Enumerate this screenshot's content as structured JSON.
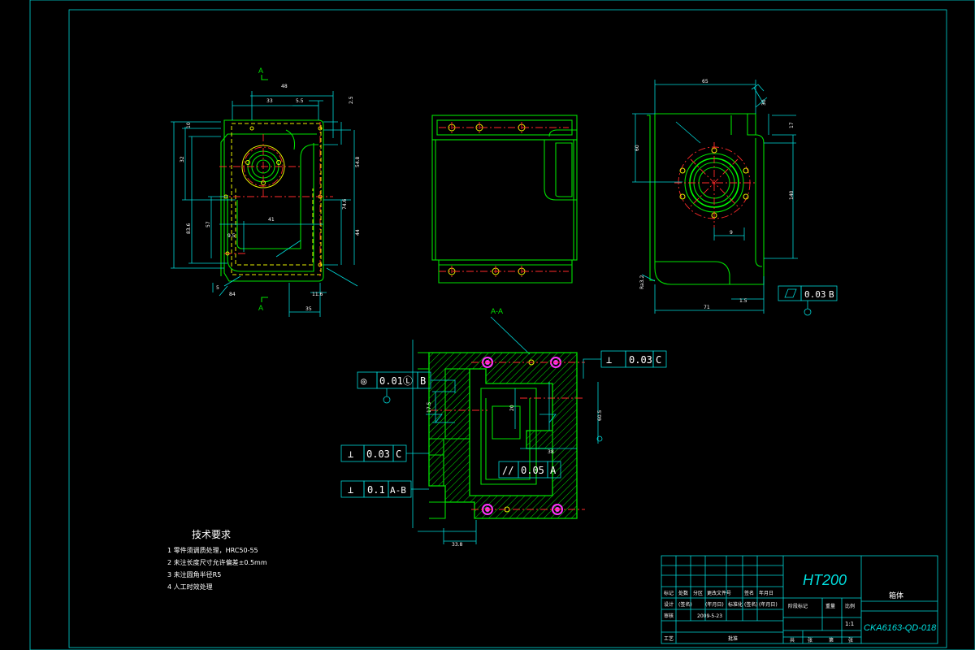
{
  "drawing": {
    "section_label": "A-A",
    "cut_marker_top": "A",
    "cut_marker_bottom": "A",
    "title_block": {
      "material": "HT200",
      "part_name": "箱体",
      "drawing_number": "CKA6163-QD-018",
      "scale": "1:1",
      "date": "2009-5-23",
      "row_labels": [
        "标记",
        "处数",
        "分区",
        "更改文件号",
        "签名",
        "年月日"
      ],
      "row_labels_2": [
        "设计",
        "(签名)",
        "(年月日)",
        "标准化",
        "(签名)",
        "(年月日)"
      ],
      "row_labels_3": [
        "审核",
        "工艺",
        "批准"
      ],
      "stage_label": "阶段标记",
      "weight_label": "重量",
      "scale_label": "比例",
      "sheet_labels": [
        "共",
        "张",
        "第",
        "张"
      ]
    },
    "tech_requirements": {
      "title": "技术要求",
      "items": [
        "1 零件须调质处理，HRC50-55",
        "2 未注长度尺寸允许偏差±0.5mm",
        "3 未注圆角半径R5",
        "4 人工时效处理"
      ]
    },
    "tolerances": [
      {
        "symbol": "⊥",
        "value": "0.03",
        "datum": "C"
      },
      {
        "symbol": "◎",
        "value": "0.01Ⓛ",
        "datum": "B"
      },
      {
        "symbol": "⊥",
        "value": "0.03",
        "datum": "C"
      },
      {
        "symbol": "//",
        "value": "0.05",
        "datum": "A"
      },
      {
        "symbol": "⊥",
        "value": "0.1",
        "datum": "A-B"
      },
      {
        "symbol": "▱",
        "value": "0.03",
        "datum": "B"
      }
    ],
    "dimensions": {
      "left_view": [
        "48",
        "33",
        "5.5",
        "2.5",
        "10",
        "32",
        "83.6",
        "57",
        "9.5",
        "41",
        "54.8",
        "74.6",
        "44",
        "11.6",
        "35",
        "84",
        "5"
      ],
      "right_view": [
        "65",
        "30",
        "60",
        "17",
        "9",
        "140",
        "1.5",
        "71",
        "Ra3.2"
      ],
      "section_view": [
        "17.5",
        "38",
        "20",
        "60.5",
        "33.8"
      ]
    }
  }
}
